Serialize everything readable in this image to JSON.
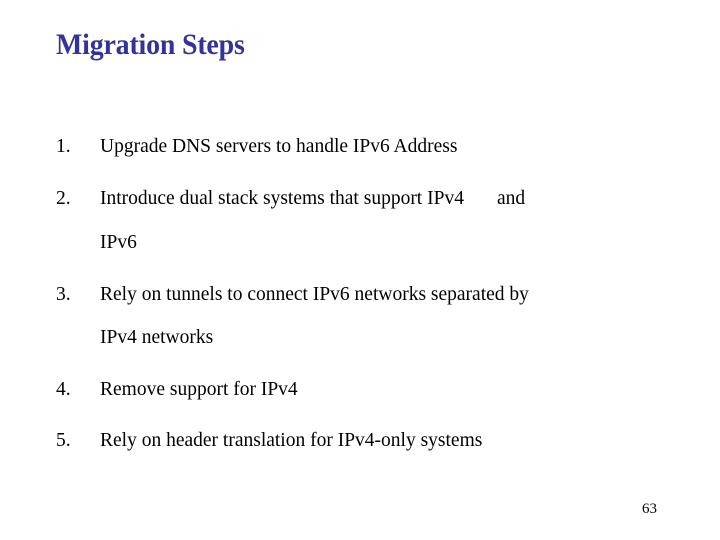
{
  "slide": {
    "title": "Migration Steps",
    "title_color": "#333399",
    "background_color": "#ffffff",
    "text_color": "#000000",
    "page_number": "63"
  },
  "steps": [
    {
      "number": "1.",
      "text": "Upgrade DNS servers to handle IPv6 Address",
      "continuation": null
    },
    {
      "number": "2.",
      "text_before_gap": "Introduce dual stack systems that support IPv4",
      "text_after_gap": "and",
      "continuation": "IPv6"
    },
    {
      "number": "3.",
      "text": "Rely on tunnels to connect IPv6 networks separated by",
      "continuation": "IPv4 networks"
    },
    {
      "number": "4.",
      "text": "Remove support for IPv4",
      "continuation": null
    },
    {
      "number": "5.",
      "text": "Rely on header translation for IPv4-only systems",
      "continuation": null
    }
  ]
}
